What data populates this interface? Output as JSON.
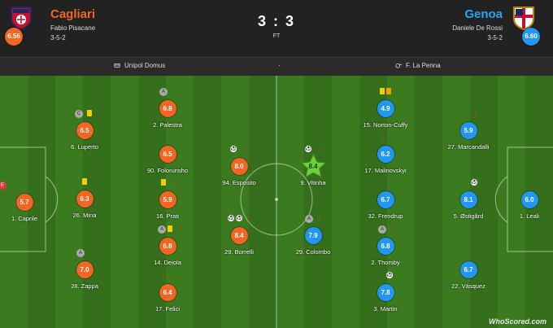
{
  "home": {
    "name": "Cagliari",
    "coach": "Fabio Pisacane",
    "formation": "3-5-2",
    "rating": "6.56",
    "color": "#f26522"
  },
  "away": {
    "name": "Genoa",
    "coach": "Daniele De Rossi",
    "formation": "3-5-2",
    "rating": "6.60",
    "color": "#2aa4f4"
  },
  "match": {
    "score": "3 : 3",
    "status": "FT",
    "venue": "Unipol Domus",
    "separator": "·",
    "referee": "F. La Penna",
    "venue_icon": "stadium-icon",
    "referee_icon": "whistle-icon"
  },
  "home_players": [
    {
      "name": "1. Caprile",
      "rating": "5.7",
      "icons": [
        "e-icon"
      ]
    },
    {
      "name": "6. Luperto",
      "rating": "6.5",
      "icons": [
        "captain-icon",
        "yellow-card-icon"
      ]
    },
    {
      "name": "26. Mina",
      "rating": "6.3",
      "icons": [
        "yellow-card-icon"
      ]
    },
    {
      "name": "28. Zappa",
      "rating": "7.0",
      "icons": [
        "assist-icon"
      ]
    },
    {
      "name": "2. Palestra",
      "rating": "6.8",
      "icons": [
        "assist-icon"
      ]
    },
    {
      "name": "90. Folorunsho",
      "rating": "6.5",
      "icons": []
    },
    {
      "name": "16. Prati",
      "rating": "5.9",
      "icons": [
        "yellow-card-icon",
        "sub-off-icon"
      ]
    },
    {
      "name": "14. Deiola",
      "rating": "6.8",
      "icons": [
        "assist-icon",
        "yellow-card-icon",
        "sub-off-icon"
      ]
    },
    {
      "name": "17. Felici",
      "rating": "6.4",
      "icons": [
        "sub-off-icon"
      ]
    },
    {
      "name": "94. Esposito",
      "rating": "8.0",
      "icons": [
        "goal-icon",
        "sub-off-icon"
      ]
    },
    {
      "name": "29. Borrelli",
      "rating": "8.4",
      "icons": [
        "goal-icon",
        "goal-icon",
        "sub-off-icon"
      ]
    }
  ],
  "away_players": [
    {
      "name": "1. Leali",
      "rating": "6.0",
      "icons": []
    },
    {
      "name": "27. Marcandalli",
      "rating": "5.9",
      "icons": [
        "sub-off-icon"
      ]
    },
    {
      "name": "5. Østigård",
      "rating": "8.1",
      "icons": [
        "goal-icon"
      ]
    },
    {
      "name": "22. Vásquez",
      "rating": "6.7",
      "icons": []
    },
    {
      "name": "15. Norton-Cuffy",
      "rating": "4.9",
      "icons": [
        "yellow-card-icon",
        "red-card-icon"
      ]
    },
    {
      "name": "17. Malinovskyi",
      "rating": "6.2",
      "icons": [
        "sub-off-icon"
      ]
    },
    {
      "name": "32. Frendrup",
      "rating": "6.7",
      "icons": []
    },
    {
      "name": "2. Thorsby",
      "rating": "6.8",
      "icons": [
        "assist-icon",
        "sub-off-icon"
      ]
    },
    {
      "name": "3. Martin",
      "rating": "7.8",
      "icons": [
        "goal-icon"
      ]
    },
    {
      "name": "9. Vitinha",
      "rating": "8.4",
      "icons": [
        "goal-icon",
        "sub-off-icon"
      ],
      "man_of_match": true
    },
    {
      "name": "29. Colombo",
      "rating": "7.9",
      "icons": [
        "assist-icon",
        "sub-off-icon"
      ]
    }
  ],
  "branding": {
    "logo": "WhoScored.com"
  }
}
